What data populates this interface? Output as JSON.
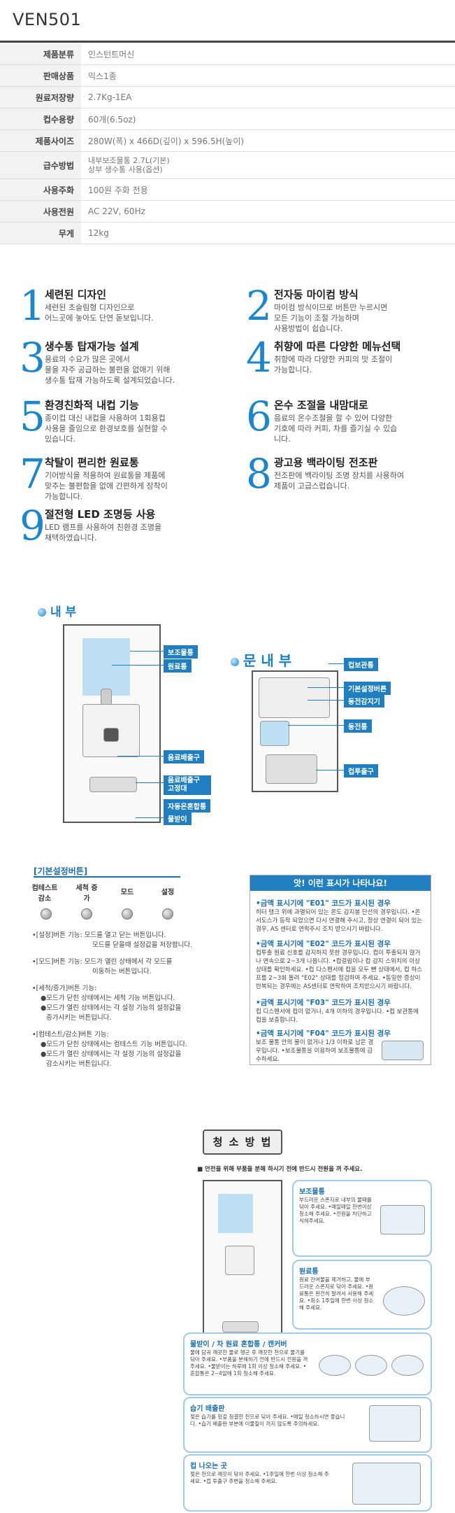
{
  "title": "VEN501",
  "specs": [
    {
      "k": "제품분류",
      "v": "인스턴트머신"
    },
    {
      "k": "판매상품",
      "v": "믹스1종"
    },
    {
      "k": "원료저장량",
      "v": "2.7Kg-1EA"
    },
    {
      "k": "컵수용량",
      "v": "60개(6.5oz)"
    },
    {
      "k": "제품사이즈",
      "v": "280W(폭) x 466D(깊이) x 596.5H(높이)"
    },
    {
      "k": "급수방법",
      "v": "내부보조물통 2.7L(기본)",
      "v2": "상부 생수통 사용(옵션)"
    },
    {
      "k": "사용주화",
      "v": "100원 주화 전용"
    },
    {
      "k": "사용전원",
      "v": "AC 22V, 60Hz"
    },
    {
      "k": "무게",
      "v": "12kg"
    }
  ],
  "features": [
    {
      "n": "1",
      "h": "세련된 디자인",
      "d1": "세련된 초슬림형 디자인으로",
      "d2": "어느곳에 놓아도 단연 돋보입니다.",
      "d3": ""
    },
    {
      "n": "2",
      "h": "전자동 마이컴 방식",
      "d1": "마이컴 방식이므로 버튼만 누르시면",
      "d2": "모든 기능이 조절 가능하며",
      "d3": "사용방법이 쉽습니다."
    },
    {
      "n": "3",
      "h": "생수통 탑재가능 설계",
      "d1": "용료의 수요가 많은 곳에서",
      "d2": "물을 자주 공급하는 불편을 없애기 위해",
      "d3": "생수통 탑재 가능하도록 설계되었습니다."
    },
    {
      "n": "4",
      "h": "취향에 따른 다양한 메뉴선택",
      "d1": "취향에 따라 다양한 커피의 맛 조절이",
      "d2": "가능합니다.",
      "d3": ""
    },
    {
      "n": "5",
      "h": "환경친화적 내컵 기능",
      "d1": "종이컵 대신 내컵을 사용하여 1회용컵",
      "d2": "사용을 줄임으로 환경보호를 실현할 수",
      "d3": "있습니다."
    },
    {
      "n": "6",
      "h": "온수 조절을 내맘대로",
      "d1": "음료의 온수조절을 할 수 있어 다양한",
      "d2": "기호에 따라 커피, 차를 즐기실 수 있습",
      "d3": "니다."
    },
    {
      "n": "7",
      "h": "착탈이 편리한 원료통",
      "d1": "기어방식을 적용하여 원료통을 제품에",
      "d2": "맞추는 불편함을 없애 간편하게 장착이",
      "d3": "가능합니다."
    },
    {
      "n": "8",
      "h": "광고용 백라이팅 전조판",
      "d1": "전조판에 백라이팅 조명 장치를 사용하여",
      "d2": "제품이 고급스럽습니다.",
      "d3": ""
    },
    {
      "n": "9",
      "h": "절전형 LED 조명등 사용",
      "d1": "LED 램프를 사용하여 친환경 조명을",
      "d2": "채택하였습니다.",
      "d3": ""
    }
  ],
  "interior": {
    "title": "내 부",
    "labels": [
      "보조물통",
      "원료통",
      "음료배출구",
      "음료배출구 고정대",
      "자동온혼합통",
      "물받이"
    ]
  },
  "door": {
    "title": "문 내 부",
    "labels": [
      "컵보관통",
      "기본설정버튼",
      "동전감지기",
      "동전통",
      "컵투출구"
    ]
  },
  "buttons": {
    "title": "[기본설정버튼]",
    "items": [
      "컴테스트 감소",
      "세척 증가",
      "모드",
      "설정"
    ],
    "desc": [
      "•[설정]버튼 기능: 모드를 열고 닫는 버튼입니다.",
      "모드를 닫을때 설정값을 저장합니다.",
      "•[모드]버튼 기능: 모드가 열린 상태에서 각 모드를",
      "이동하는 버튼입니다.",
      "•[세척/증가]버튼 기능:",
      "●모드가 닫힌 상태에서는 세척 기능 버튼입니다.",
      "●모드가 열린 상태에서는 각 설정 기능의 설정값을",
      "증가시키는 버튼입니다.",
      "•[컴테스트/감소]버튼 기능:",
      "●모드가 닫힌 상태에서는 컴테스트 기능 버튼입니다.",
      "●모드가 열린 상태에서는 각 설정 기능의 설정값을",
      "감소시키는 버튼입니다."
    ]
  },
  "errors": {
    "title": "앗! 이런 표시가 나타나요!",
    "items": [
      {
        "h": "•금액 표시기에 \"E01\" 코드가 표시된 경우",
        "d": "히터 탱크 위에 과열되어 있는 온도 감지봉 단선의 경우입니다. •온서도스가 동작 되었으면 다시 연결해 주시고, 정상 연결이 되어 있는 경우, AS 센터로 연락주시 조치 받으시기 바랍니다."
      },
      {
        "h": "•금액 표시기에 \"E02\" 코드가 표시된 경우",
        "d": "컵투출 원료 신호를 감지하지 못한 경우입니다. 컵이 투출되지 않거나 연속으로 2~3개 나옵니다. •컵걸림이나 컵 감지 스위치의 이상 상태를 확인하세요. •컵 다스펜서에 컵을 모두 뺀 상태에서, 컵 하스프를 2~3회 돌려 \"E02\" 상태를 점검하여 주세요. •동일한 증상이 반복되는 경우에는 AS센터로 연락하여 조치받으시기 바랍니다."
      },
      {
        "h": "•금액 표시기에 \"F03\" 코드가 표시된 경우",
        "d": "컵 디스펜서에 컵이 없거나, 4개 이하의 경우입니다. •컵 보관통에 컵을 보충합니다."
      },
      {
        "h": "•금액 표시기에 \"F04\" 코드가 표시된 경우",
        "d": "보조 물통 안의 물이 없거나 1/3 이하로 남은 경우입니다. •보조물통을 이용하여 보조물통에 급수하세요."
      }
    ]
  },
  "cleaning": {
    "title": "청 소 방 법",
    "note": "■ 안전을 위해 부품을 분해 하시기 전에 반드시 전원을 꺼 주세요.",
    "items": [
      {
        "h": "보조물통",
        "d": "부드러운 스폰지로 내부의 물때를 닦아 주세요. •매일매일 한번이상 청소해 주세요. •전원을 차단하고 식혀주세요."
      },
      {
        "h": "원료통",
        "d": "원료 잔여물을 제거하고, 물에 부드러운 스폰지로 닦아 주세요. •원료통은 완전히 말려서 사용해 주세요. •최소 1주일에 한번 이상 청소해 주세요."
      },
      {
        "h": "물받이 / 차 원료 혼합통 / 캔커버",
        "d": "물에 담궈 깨끗한 물로 헹군 후 깨끗한 천으로 물기를 닦아 주세요. •부품을 분해하기 전에 반드시 전원을 꺼 주세요. •물받이는 하루에 1회 이상 청소해 주세요. •혼합통은 2~4일에 1회 청소해 주세요."
      },
      {
        "h": "습기 배출판",
        "d": "젖은 습기를 헝겊 청결한 천으로 닦아 주세요. •매일 청소하시면 좋습니다. •습기 배출판 부분에 이물질이 끼지 않도록 주의하세요."
      },
      {
        "h": "컵 나오는 곳",
        "d": "젖은 천으로 깨끗이 닦아 주세요. •1주일에 한번 이상 청소해 주세요. •컵 투출구 주변을 청소해 주세요."
      }
    ]
  },
  "colors": {
    "accent": "#1a86d0",
    "label": "#1f7fc0",
    "tank": "#bde0f4"
  }
}
